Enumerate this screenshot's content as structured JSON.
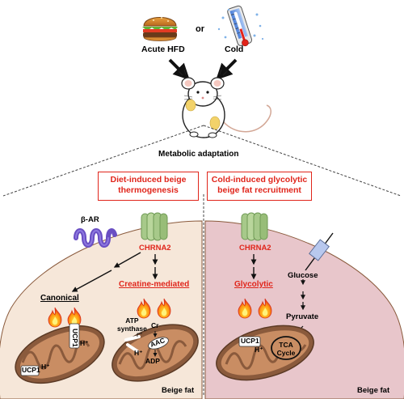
{
  "top": {
    "trigger_left": "Acute HFD",
    "connector": "or",
    "trigger_right": "Cold",
    "outcome": "Metabolic adaptation"
  },
  "left_panel": {
    "title_line1": "Diet-induced beige",
    "title_line2": "thermogenesis",
    "receptor": "β-AR",
    "channel": "CHRNA2",
    "branch_canonical": "Canonical",
    "branch_creatine": "Creatine-mediated",
    "atp_synthase_line1": "ATP",
    "atp_synthase_line2": "synthase",
    "ucp1_a": "UCP1",
    "h_plus_a": "H⁺",
    "ucp1_b": "UCP1",
    "h_plus_b": "H⁺",
    "creatine_label": "Cr",
    "aac_label": "AAC",
    "h_plus_c": "H⁺",
    "adp_label": "ADP",
    "tissue": "Beige fat"
  },
  "right_panel": {
    "title_line1": "Cold-induced glycolytic",
    "title_line2": "beige fat recruitment",
    "channel": "CHRNA2",
    "glycolytic": "Glycolytic",
    "glucose": "Glucose",
    "pyruvate": "Pyruvate",
    "ucp1": "UCP1",
    "h_plus": "H⁺",
    "tca_line1": "TCA",
    "tca_line2": "Cycle",
    "tissue": "Beige fat"
  },
  "colors": {
    "accent_red": "#e0251b",
    "left_cell_fill": "#f6e7d9",
    "right_cell_fill": "#e8c6cb",
    "channel_green": "#a7c98a",
    "receptor_purple": "#6a4fc3",
    "mitochondria_brown": "#8a5a3c"
  }
}
